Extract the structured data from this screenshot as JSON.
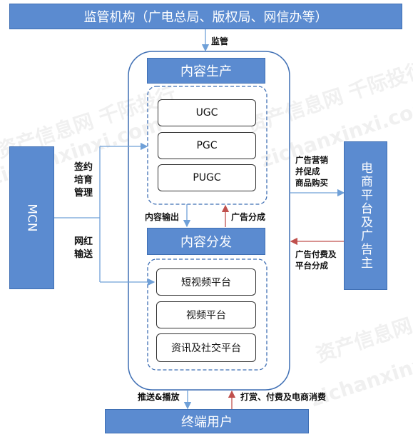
{
  "colors": {
    "box_fill": "#5b8bd0",
    "box_border": "#3f6fb4",
    "flow_arrow": "#6fa0d8",
    "return_arrow": "#c0504d"
  },
  "regulator": {
    "label": "监管机构（广电总局、版权局、网信办等）"
  },
  "supervise_label": "监管",
  "production": {
    "label": "内容生产",
    "items": [
      "UGC",
      "PGC",
      "PUGC"
    ]
  },
  "distribution": {
    "label": "内容分发",
    "items": [
      "短视频平台",
      "视频平台",
      "资讯及社交平台"
    ]
  },
  "mcn": {
    "label": "MCN"
  },
  "sign_label": "签约\n培育\n管理",
  "influencer_label": "网红\n输送",
  "content_output_label": "内容输出",
  "ad_share_label": "广告分成",
  "ecommerce": {
    "label": "电商平台及广告主"
  },
  "marketing_label": "广告营销\n并促成\n商品购买",
  "ad_payment_label": "广告付费及\n平台分成",
  "end_user": {
    "label": "终端用户"
  },
  "push_label": "推送&播放",
  "consumption_label": "打赏、付费及电商消费",
  "watermark_texts": [
    "资产信息网 千际投行",
    "zichanxinxi.com",
    "资产信息网 千际投行",
    "zichanxinxi.com",
    "资产信息网",
    "zichanxinxi.com"
  ]
}
